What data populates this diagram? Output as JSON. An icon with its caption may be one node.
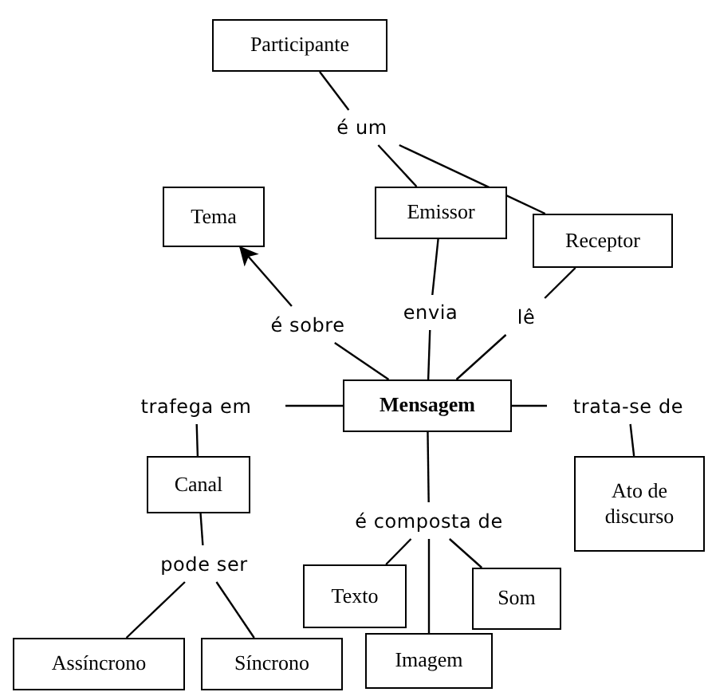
{
  "diagram": {
    "nodes": [
      {
        "text": [
          "Participante"
        ]
      },
      {
        "text": [
          "é um"
        ]
      },
      {
        "text": [
          "Emissor"
        ]
      },
      {
        "text": [
          "Receptor"
        ]
      },
      {
        "text": [
          "Tema"
        ]
      },
      {
        "text": [
          "é sobre"
        ]
      },
      {
        "text": [
          "envia"
        ]
      },
      {
        "text": [
          "lê"
        ]
      },
      {
        "text": [
          "trafega em"
        ]
      },
      {
        "text": [
          "Mensagem"
        ]
      },
      {
        "text": [
          "trata-se de"
        ]
      },
      {
        "text": [
          "Canal"
        ]
      },
      {
        "text": [
          "Ato de discurso"
        ]
      },
      {
        "text": [
          "é composta de"
        ]
      },
      {
        "text": [
          "pode ser"
        ]
      },
      {
        "text": [
          "Texto"
        ]
      },
      {
        "text": [
          "Som"
        ]
      },
      {
        "text": [
          "Assíncrono"
        ]
      },
      {
        "text": [
          "Síncrono"
        ]
      },
      {
        "text": [
          "Imagem"
        ]
      }
    ],
    "edges": [
      {
        "from": 0,
        "to": 1,
        "arrow": "none"
      },
      {
        "from": 1,
        "to": 2,
        "arrow": "none"
      },
      {
        "from": 1,
        "to": 3,
        "arrow": "none"
      },
      {
        "from": 2,
        "to": 6,
        "arrow": "none"
      },
      {
        "from": 6,
        "to": 9,
        "arrow": "none"
      },
      {
        "from": 3,
        "to": 7,
        "arrow": "none"
      },
      {
        "from": 7,
        "to": 9,
        "arrow": "none"
      },
      {
        "from": 9,
        "to": 5,
        "arrow": "none"
      },
      {
        "from": 5,
        "to": 4,
        "arrow": "to"
      },
      {
        "from": 9,
        "to": 8,
        "arrow": "none"
      },
      {
        "from": 8,
        "to": 11,
        "arrow": "none"
      },
      {
        "from": 11,
        "to": 14,
        "arrow": "none"
      },
      {
        "from": 14,
        "to": 17,
        "arrow": "none"
      },
      {
        "from": 14,
        "to": 18,
        "arrow": "none"
      },
      {
        "from": 9,
        "to": 10,
        "arrow": "none"
      },
      {
        "from": 10,
        "to": 12,
        "arrow": "none"
      },
      {
        "from": 9,
        "to": 13,
        "arrow": "none"
      },
      {
        "from": 13,
        "to": 15,
        "arrow": "none"
      },
      {
        "from": 13,
        "to": 19,
        "arrow": "none"
      },
      {
        "from": 13,
        "to": 16,
        "arrow": "none"
      }
    ]
  }
}
